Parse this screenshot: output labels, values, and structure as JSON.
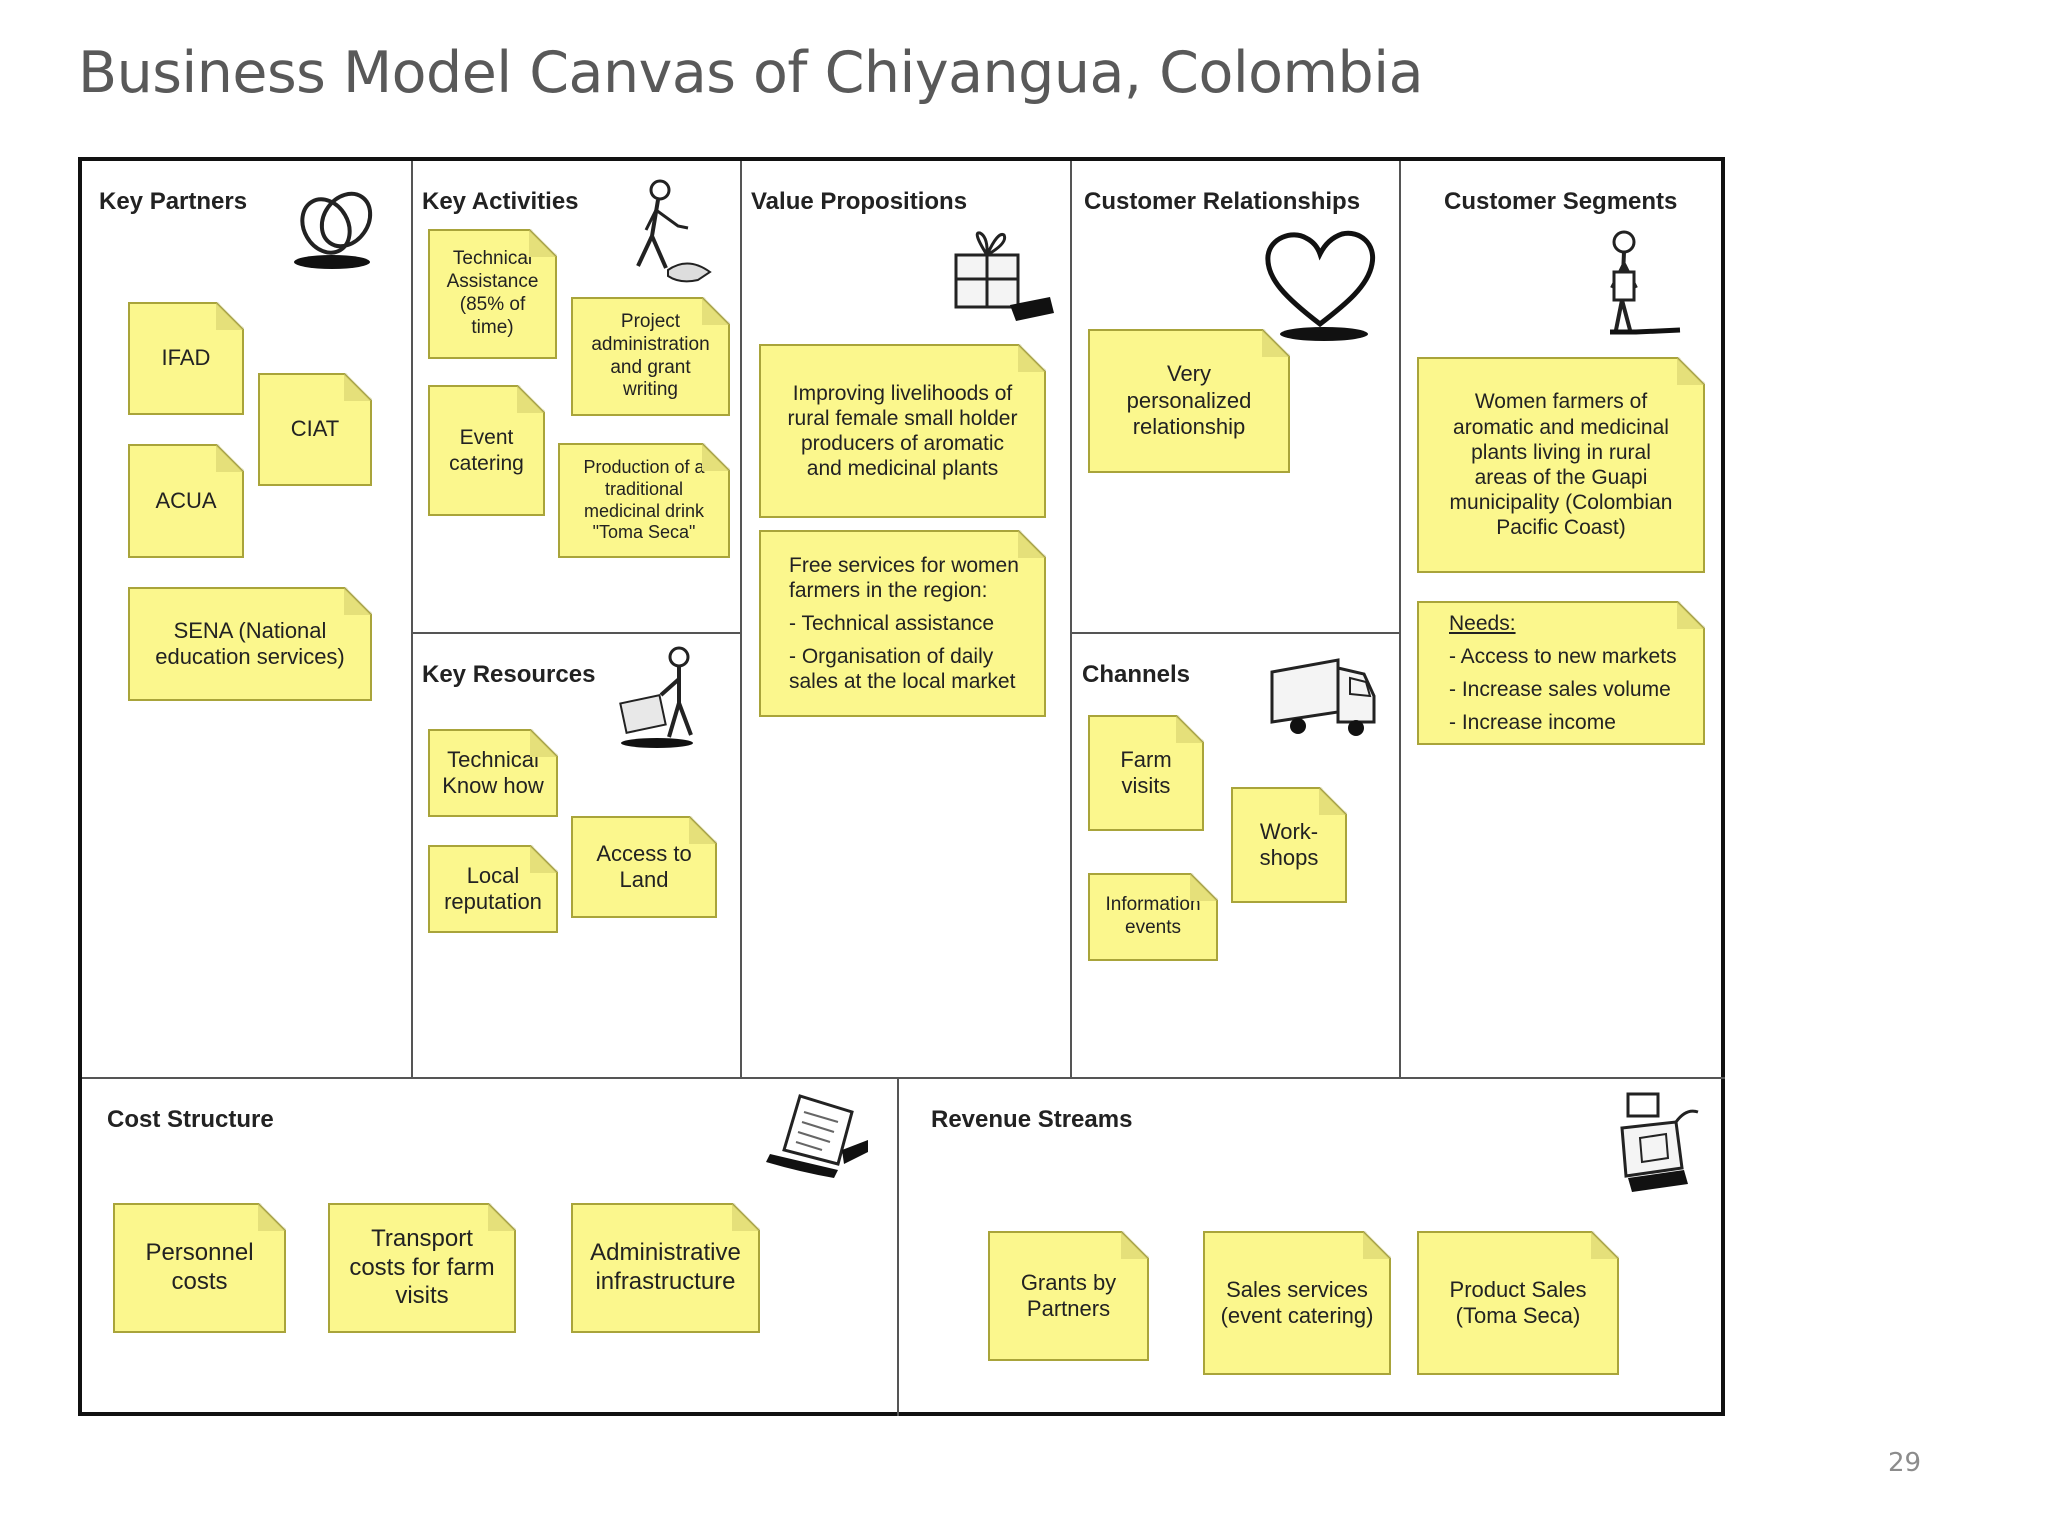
{
  "title": "Business Model Canvas of Chiyangua, Colombia",
  "page_number": "29",
  "sections": {
    "key_partners": {
      "heading": "Key Partners",
      "icon": "linked-rings-icon",
      "notes": [
        "IFAD",
        "CIAT",
        "ACUA",
        "SENA (National\neducation services)"
      ]
    },
    "key_activities": {
      "heading": "Key Activities",
      "icon": "worker-icon",
      "notes": [
        "Technical\nAssistance\n(85% of\ntime)",
        "Project\nadministration\nand grant\nwriting",
        "Event\ncatering",
        "Production of a\ntraditional\nmedicinal drink\n\"Toma Seca\""
      ]
    },
    "key_resources": {
      "heading": "Key Resources",
      "icon": "person-with-cart-icon",
      "notes": [
        "Technical\nKnow how",
        "Access to\nLand",
        "Local\nreputation"
      ]
    },
    "value_propositions": {
      "heading": "Value Propositions",
      "icon": "gift-box-icon",
      "notes": [
        "Improving livelihoods of\nrural female small holder\nproducers of aromatic\nand medicinal plants"
      ],
      "free_services": {
        "intro": "Free services for women\nfarmers in the region:",
        "items": [
          "- Technical assistance",
          "- Organisation of daily\nsales at the local market"
        ]
      }
    },
    "customer_relationships": {
      "heading": "Customer Relationships",
      "icon": "heart-icon",
      "notes": [
        "Very\npersonalized\nrelationship"
      ]
    },
    "channels": {
      "heading": "Channels",
      "icon": "truck-icon",
      "notes": [
        "Farm\nvisits",
        "Work-\nshops",
        "Information\nevents"
      ]
    },
    "customer_segments": {
      "heading": "Customer Segments",
      "icon": "standing-person-icon",
      "notes": [
        "Women farmers of\naromatic and medicinal\nplants living in rural\nareas of the Guapi\nmunicipality (Colombian\nPacific Coast)"
      ],
      "needs": {
        "label": "Needs:",
        "items": [
          "- Access to new markets",
          "- Increase sales volume",
          "- Increase income"
        ]
      }
    },
    "cost_structure": {
      "heading": "Cost Structure",
      "icon": "receipt-icon",
      "notes": [
        "Personnel\ncosts",
        "Transport\ncosts for farm\nvisits",
        "Administrative\ninfrastructure"
      ]
    },
    "revenue_streams": {
      "heading": "Revenue Streams",
      "icon": "cash-register-icon",
      "notes": [
        "Grants by\nPartners",
        "Sales services\n(event catering)",
        "Product Sales\n(Toma Seca)"
      ]
    }
  }
}
